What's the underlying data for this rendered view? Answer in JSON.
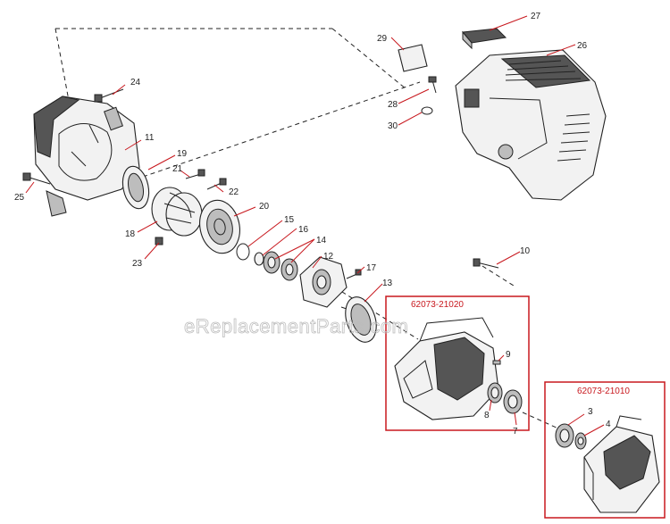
{
  "watermark": "eReplacementParts.com",
  "assemblies": [
    {
      "part_number": "62073-21020"
    },
    {
      "part_number": "62073-21010"
    }
  ],
  "callouts": [
    "24",
    "11",
    "19",
    "21",
    "22",
    "25",
    "18",
    "20",
    "15",
    "16",
    "14",
    "23",
    "12",
    "17",
    "13",
    "29",
    "27",
    "26",
    "28",
    "30",
    "10",
    "9",
    "8",
    "7",
    "3",
    "4"
  ],
  "colors": {
    "callout_line": "#c8181e",
    "box": "#c8181e",
    "ink": "#222222"
  }
}
